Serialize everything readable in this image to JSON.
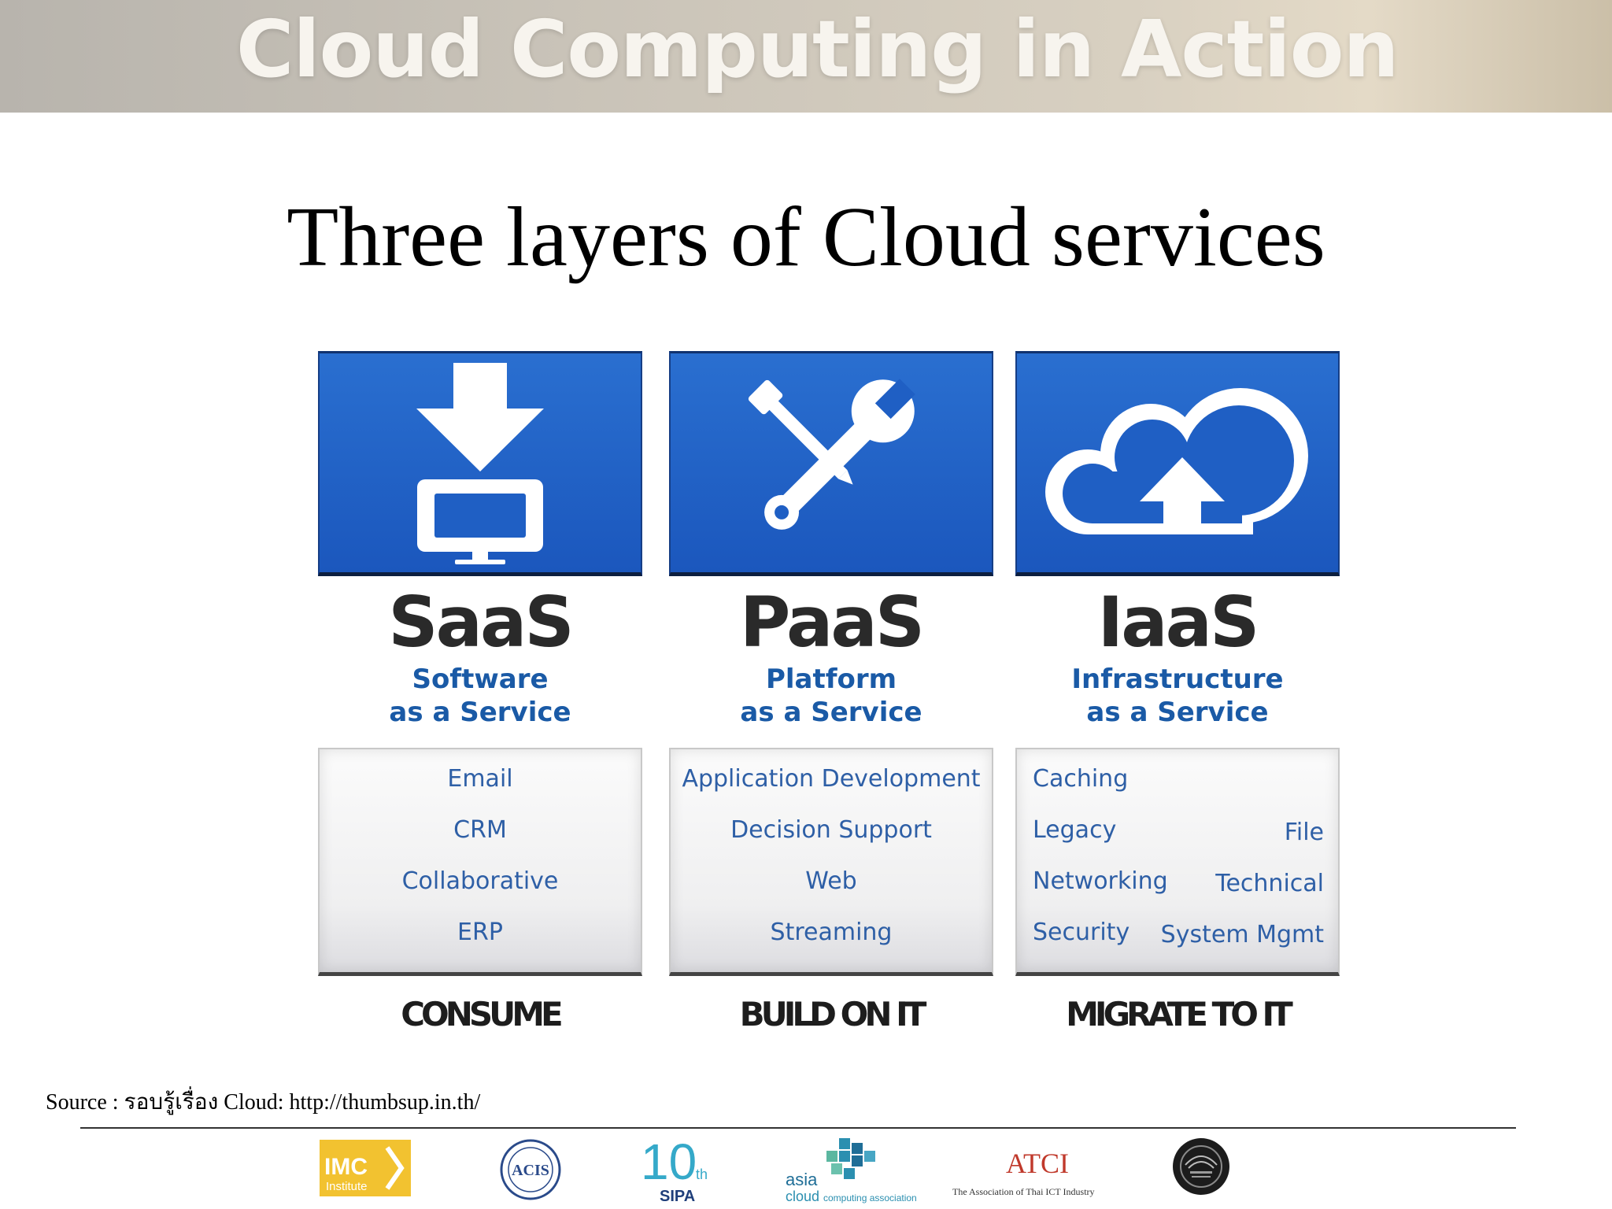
{
  "banner": {
    "title": "Cloud Computing in Action"
  },
  "slide": {
    "title": "Three layers of Cloud services"
  },
  "layers": [
    {
      "acronym": "SaaS",
      "name_line1": "Software",
      "name_line2": "as a Service",
      "icon": "download-monitor-icon",
      "items": [
        "Email",
        "CRM",
        "Collaborative",
        "ERP"
      ],
      "tagline": "CONSUME"
    },
    {
      "acronym": "PaaS",
      "name_line1": "Platform",
      "name_line2": "as a Service",
      "icon": "wrench-screwdriver-icon",
      "items": [
        "Application Development",
        "Decision Support",
        "Web",
        "Streaming"
      ],
      "tagline": "BUILD ON IT"
    },
    {
      "acronym": "IaaS",
      "name_line1": "Infrastructure",
      "name_line2": "as a Service",
      "icon": "cloud-upload-icon",
      "items_left": [
        "Caching",
        "Legacy",
        "Networking",
        "Security"
      ],
      "items_right": [
        "File",
        "Technical",
        "System Mgmt"
      ],
      "tagline": "MIGRATE TO IT"
    }
  ],
  "source": {
    "text": "Source :  รอบรู้เรื่อง  Cloud: http://thumbsup.in.th/"
  },
  "logos": {
    "imc": {
      "name": "IMC",
      "sub": "Institute"
    },
    "acis": {
      "name": "ACIS"
    },
    "sipa": {
      "number": "10",
      "suffix": "th",
      "name": "SIPA"
    },
    "asia_cloud": {
      "line1": "asia",
      "line2": "cloud",
      "line2_rest": "computing association"
    },
    "atci": {
      "name": "ATCI",
      "sub": "The Association of Thai ICT Industry"
    },
    "council": {
      "name": "council-seal"
    }
  },
  "colors": {
    "tile_blue": "#1f5fc4",
    "service_text": "#1a5aa6",
    "item_text": "#2e5fa6"
  }
}
